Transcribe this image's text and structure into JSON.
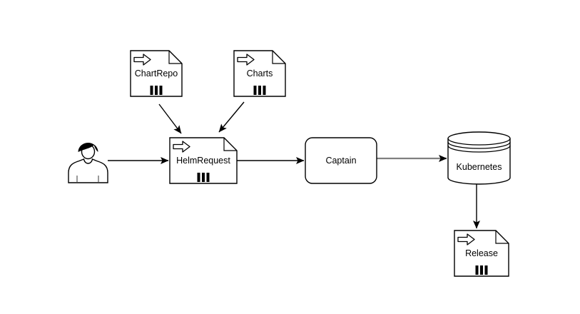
{
  "diagram": {
    "background_color": "#ffffff",
    "shape_fill": "#ffffff",
    "shape_stroke": "#000000",
    "edge_color": "#000000",
    "gray_edge_color": "#808080",
    "nodes": {
      "actor": {
        "type": "person-figure",
        "label": ""
      },
      "chartrepo": {
        "type": "note-document",
        "label": "ChartRepo"
      },
      "charts": {
        "type": "note-document",
        "label": "Charts"
      },
      "helmrequest": {
        "type": "note-document",
        "label": "HelmRequest"
      },
      "captain": {
        "type": "rounded-rectangle",
        "label": "Captain"
      },
      "kubernetes": {
        "type": "database-cylinder",
        "label": "Kubernetes"
      },
      "release": {
        "type": "note-document",
        "label": "Release"
      }
    },
    "icons": {
      "note_arrow": "right-block-arrow-icon",
      "note_fold": "folded-corner-icon",
      "note_bars": "triple-bars-icon",
      "arrowhead": "filled-triangle"
    },
    "edges": [
      {
        "from": "actor",
        "to": "helmrequest",
        "color": "#000000"
      },
      {
        "from": "chartrepo",
        "to": "helmrequest",
        "color": "#000000"
      },
      {
        "from": "charts",
        "to": "helmrequest",
        "color": "#000000"
      },
      {
        "from": "helmrequest",
        "to": "captain",
        "color": "#000000"
      },
      {
        "from": "captain",
        "to": "kubernetes",
        "color": "#808080"
      },
      {
        "from": "kubernetes",
        "to": "release",
        "color": "#000000"
      }
    ]
  }
}
